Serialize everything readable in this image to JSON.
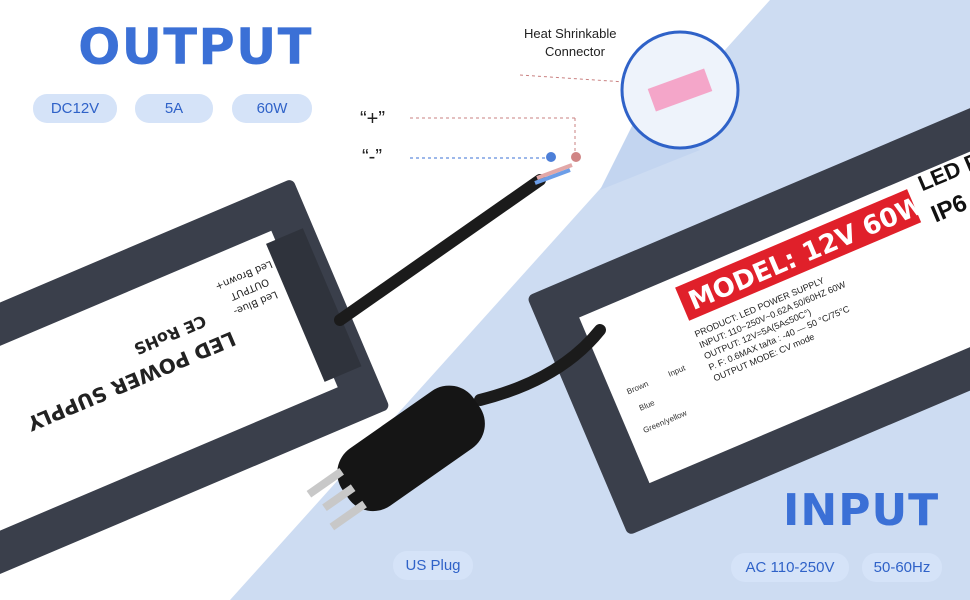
{
  "output": {
    "title": "OUTPUT",
    "specs": [
      "DC12V",
      "5A",
      "60W"
    ],
    "positive_label": "“+”",
    "negative_label": "“-”",
    "connector_label_line1": "Heat Shrinkable",
    "connector_label_line2": "Connector"
  },
  "input": {
    "title": "INPUT",
    "plug_label": "US Plug",
    "specs": [
      "AC 110-250V",
      "50-60Hz"
    ]
  },
  "device_label": {
    "model": "MODEL: 12V 60W",
    "header": "LED P",
    "ip": "IP6",
    "lines": [
      "PRODUCT: LED POWER SUPPLY",
      "INPUT: 110~250V~0.62A 50/60HZ 60W",
      "OUTPUT: 12V=5A(5A≤50C°)",
      "P. F: 0.6MAX    ta/ta : -40 — 50 °C/75°C",
      "OUTPUT MODE: CV mode"
    ],
    "wires": [
      "Brown",
      "Blue",
      "Green/yellow",
      "Input"
    ]
  },
  "left_device_label": {
    "title": "LED POWER SUPPLY",
    "certs": "CE RoHS",
    "outputs": [
      "Led Blue-",
      "Led Brown+",
      "OUTPUT"
    ]
  },
  "colors": {
    "accent": "#3b70d6",
    "pill_bg": "#d5e3f8",
    "band": "#cddcf2",
    "device": "#3a3f4b",
    "label_red": "#e0202a"
  }
}
